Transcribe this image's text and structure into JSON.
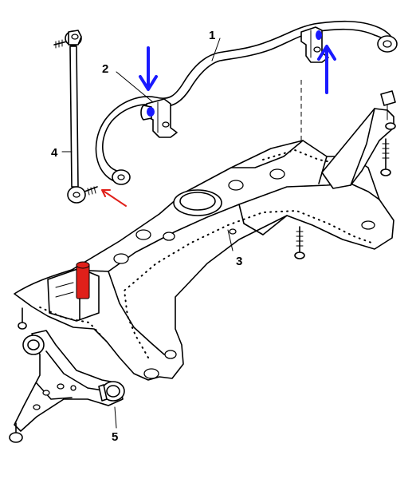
{
  "labels": {
    "anti_roll_bar": "1",
    "bar_bush_clamp": "2",
    "subframe": "3",
    "drop_link": "4",
    "lower_arm": "5"
  },
  "colors": {
    "ink": "#000000",
    "annotation_blue": "#1a1aff",
    "annotation_red": "#e0201a"
  },
  "annotations": {
    "bush_marker_left": "blue-highlight",
    "bush_marker_right": "blue-highlight",
    "link_bolt_marker": "red-arrow",
    "mount_marker": "red-highlight"
  }
}
